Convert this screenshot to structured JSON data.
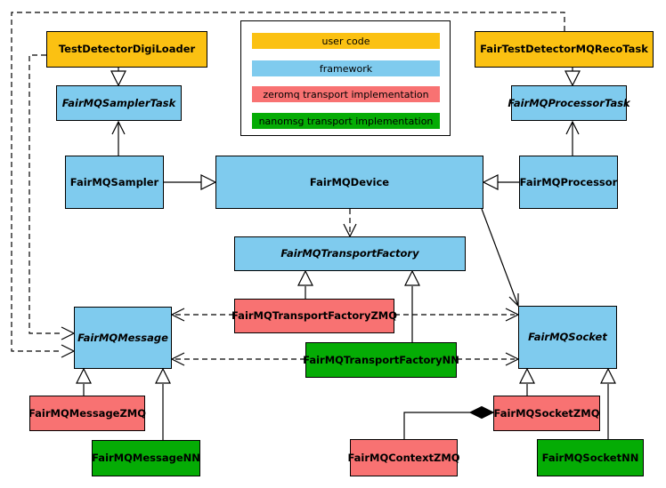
{
  "colors": {
    "user-code": "#FBC112",
    "framework": "#7FCBEE",
    "zeromq": "#F87272",
    "nanomsg": "#05AC05",
    "edge": "#000000",
    "canvas": "#FFFFFF"
  },
  "legend": {
    "items": [
      {
        "id": "user-code",
        "label": "user code"
      },
      {
        "id": "framework",
        "label": "framework"
      },
      {
        "id": "zeromq",
        "label": "zeromq transport implementation"
      },
      {
        "id": "nanomsg",
        "label": "nanomsg transport implementation"
      }
    ]
  },
  "nodes": {
    "testDetectorDigiLoader": {
      "label": "TestDetectorDigiLoader",
      "category": "user-code",
      "abstract": false
    },
    "fairTestDetectorMQRecoTask": {
      "label": "FairTestDetectorMQRecoTask",
      "category": "user-code",
      "abstract": false
    },
    "fairMQSamplerTask": {
      "label": "FairMQSamplerTask",
      "category": "framework",
      "abstract": true
    },
    "fairMQProcessorTask": {
      "label": "FairMQProcessorTask",
      "category": "framework",
      "abstract": true
    },
    "fairMQSampler": {
      "label": "FairMQSampler",
      "category": "framework",
      "abstract": false
    },
    "fairMQDevice": {
      "label": "FairMQDevice",
      "category": "framework",
      "abstract": false
    },
    "fairMQProcessor": {
      "label": "FairMQProcessor",
      "category": "framework",
      "abstract": false
    },
    "fairMQTransportFactory": {
      "label": "FairMQTransportFactory",
      "category": "framework",
      "abstract": true
    },
    "fairMQTransportFactoryZMQ": {
      "label": "FairMQTransportFactoryZMQ",
      "category": "zeromq",
      "abstract": false
    },
    "fairMQTransportFactoryNN": {
      "label": "FairMQTransportFactoryNN",
      "category": "nanomsg",
      "abstract": false
    },
    "fairMQMessage": {
      "label": "FairMQMessage",
      "category": "framework",
      "abstract": true
    },
    "fairMQSocket": {
      "label": "FairMQSocket",
      "category": "framework",
      "abstract": true
    },
    "fairMQMessageZMQ": {
      "label": "FairMQMessageZMQ",
      "category": "zeromq",
      "abstract": false
    },
    "fairMQMessageNN": {
      "label": "FairMQMessageNN",
      "category": "nanomsg",
      "abstract": false
    },
    "fairMQContextZMQ": {
      "label": "FairMQContextZMQ",
      "category": "zeromq",
      "abstract": false
    },
    "fairMQSocketZMQ": {
      "label": "FairMQSocketZMQ",
      "category": "zeromq",
      "abstract": false
    },
    "fairMQSocketNN": {
      "label": "FairMQSocketNN",
      "category": "nanomsg",
      "abstract": false
    }
  },
  "relationships": [
    {
      "from": "TestDetectorDigiLoader",
      "to": "FairMQSamplerTask",
      "type": "inheritance"
    },
    {
      "from": "FairTestDetectorMQRecoTask",
      "to": "FairMQProcessorTask",
      "type": "inheritance"
    },
    {
      "from": "FairMQSampler",
      "to": "FairMQSamplerTask",
      "type": "association"
    },
    {
      "from": "FairMQProcessor",
      "to": "FairMQProcessorTask",
      "type": "association"
    },
    {
      "from": "FairMQSampler",
      "to": "FairMQDevice",
      "type": "inheritance"
    },
    {
      "from": "FairMQProcessor",
      "to": "FairMQDevice",
      "type": "inheritance"
    },
    {
      "from": "FairMQDevice",
      "to": "FairMQTransportFactory",
      "type": "dependency"
    },
    {
      "from": "FairMQDevice",
      "to": "FairMQSocket",
      "type": "association"
    },
    {
      "from": "FairMQTransportFactoryZMQ",
      "to": "FairMQTransportFactory",
      "type": "inheritance"
    },
    {
      "from": "FairMQTransportFactoryNN",
      "to": "FairMQTransportFactory",
      "type": "inheritance"
    },
    {
      "from": "FairMQTransportFactoryZMQ",
      "to": "FairMQMessage",
      "type": "dependency"
    },
    {
      "from": "FairMQTransportFactoryNN",
      "to": "FairMQMessage",
      "type": "dependency"
    },
    {
      "from": "FairMQTransportFactoryZMQ",
      "to": "FairMQSocket",
      "type": "dependency"
    },
    {
      "from": "FairMQTransportFactoryNN",
      "to": "FairMQSocket",
      "type": "dependency"
    },
    {
      "from": "TestDetectorDigiLoader",
      "to": "FairMQMessage",
      "type": "dependency"
    },
    {
      "from": "FairTestDetectorMQRecoTask",
      "to": "FairMQMessage",
      "type": "dependency"
    },
    {
      "from": "FairMQMessageZMQ",
      "to": "FairMQMessage",
      "type": "inheritance"
    },
    {
      "from": "FairMQMessageNN",
      "to": "FairMQMessage",
      "type": "inheritance"
    },
    {
      "from": "FairMQSocketZMQ",
      "to": "FairMQSocket",
      "type": "inheritance"
    },
    {
      "from": "FairMQSocketNN",
      "to": "FairMQSocket",
      "type": "inheritance"
    },
    {
      "from": "FairMQContextZMQ",
      "to": "FairMQSocketZMQ",
      "type": "composition"
    }
  ]
}
